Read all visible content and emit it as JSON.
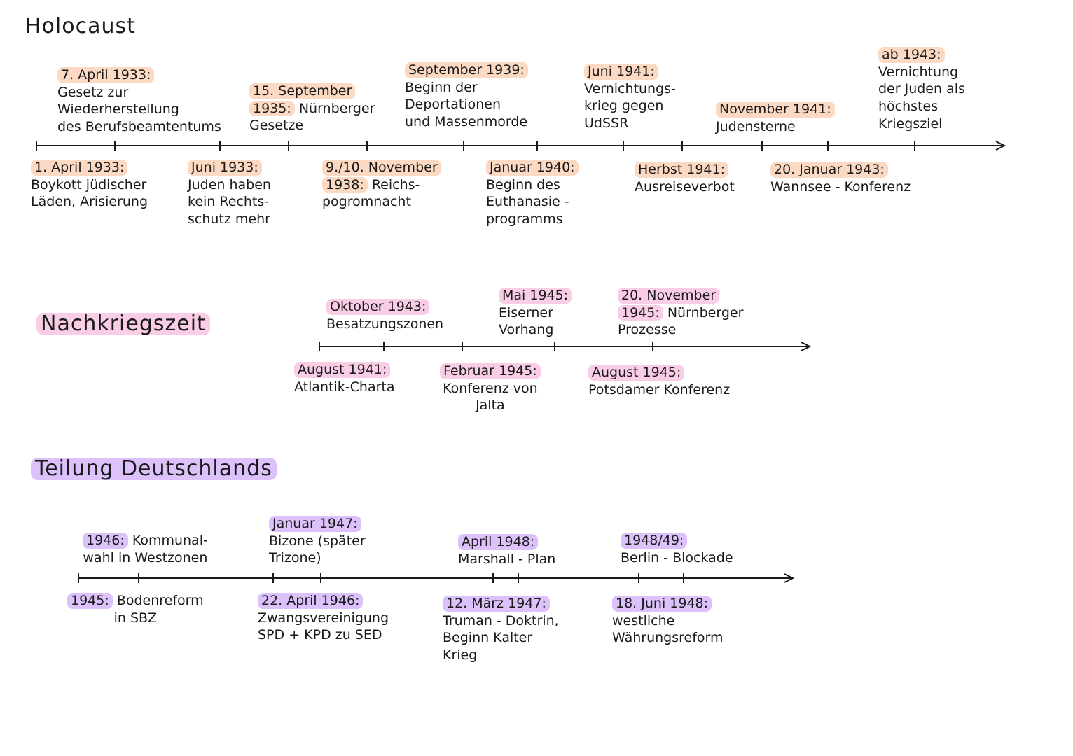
{
  "holocaust": {
    "title": "Holocaust",
    "above": [
      {
        "date": "7. April 1933:",
        "text": "Gesetz zur\nWiederherstellung\ndes Berufsbeamtentums"
      },
      {
        "date": "15. September",
        "date2": "1935:",
        "text": "Nürnberger",
        "text2": "Gesetze"
      },
      {
        "date": "September 1939:",
        "text": "Beginn der\nDeportationen\nund Massenmorde"
      },
      {
        "date": "Juni 1941:",
        "text": "Vernichtungs-\nkrieg gegen\nUdSSR"
      },
      {
        "date": "November 1941:",
        "text": "Judensterne"
      },
      {
        "date": "ab 1943:",
        "text": "Vernichtung\nder Juden als\nhöchstes\nKriegsziel"
      }
    ],
    "below": [
      {
        "date": "1. April 1933:",
        "text": "Boykott jüdischer\nLäden, Arisierung"
      },
      {
        "date": "Juni 1933:",
        "text": "Juden haben\nkein Rechts-\nschutz mehr"
      },
      {
        "date": "9./10. November",
        "date2": "1938:",
        "text": "Reichs-",
        "text2": "pogromnacht"
      },
      {
        "date": "Januar 1940:",
        "text": "Beginn des\nEuthanasie -\nprogramms"
      },
      {
        "date": "Herbst 1941:",
        "text": "Ausreiseverbot"
      },
      {
        "date": "20. Januar 1943:",
        "text": "Wannsee - Konferenz"
      }
    ]
  },
  "nachkriegszeit": {
    "title": "Nachkriegszeit",
    "above": [
      {
        "date": "Oktober 1943:",
        "text": "Besatzungszonen"
      },
      {
        "date": "Mai 1945:",
        "text": "Eiserner\nVorhang"
      },
      {
        "date": "20. November",
        "date2": "1945:",
        "text": "Nürnberger",
        "text2": "Prozesse"
      }
    ],
    "below": [
      {
        "date": "August 1941:",
        "text": "Atlantik-Charta"
      },
      {
        "date": "Februar 1945:",
        "text": "Konferenz von\nJalta"
      },
      {
        "date": "August 1945:",
        "text": "Potsdamer Konferenz"
      }
    ]
  },
  "teilung": {
    "title": "Teilung Deutschlands",
    "above": [
      {
        "date": "1946:",
        "text": "Kommunal-",
        "text2": "wahl in Westzonen"
      },
      {
        "date": "Januar 1947:",
        "text": "Bizone (später\nTrizone)"
      },
      {
        "date": "April 1948:",
        "text": "Marshall - Plan"
      },
      {
        "date": "1948/49:",
        "text": "Berlin - Blockade"
      }
    ],
    "below": [
      {
        "date": "1945:",
        "text": "Bodenreform",
        "text2": "in SBZ"
      },
      {
        "date": "22. April 1946:",
        "text": "Zwangsvereinigung\nSPD + KPD zu SED"
      },
      {
        "date": "12. März 1947:",
        "text": "Truman - Doktrin,\nBeginn Kalter\nKrieg"
      },
      {
        "date": "18. Juni 1948:",
        "text": "westliche\nWährungsreform"
      }
    ]
  },
  "colors": {
    "holocaust": "#fcd9c3",
    "nachkriegszeit": "#f9cde6",
    "teilung": "#dcc1fa",
    "line": "#1a1a1a"
  }
}
